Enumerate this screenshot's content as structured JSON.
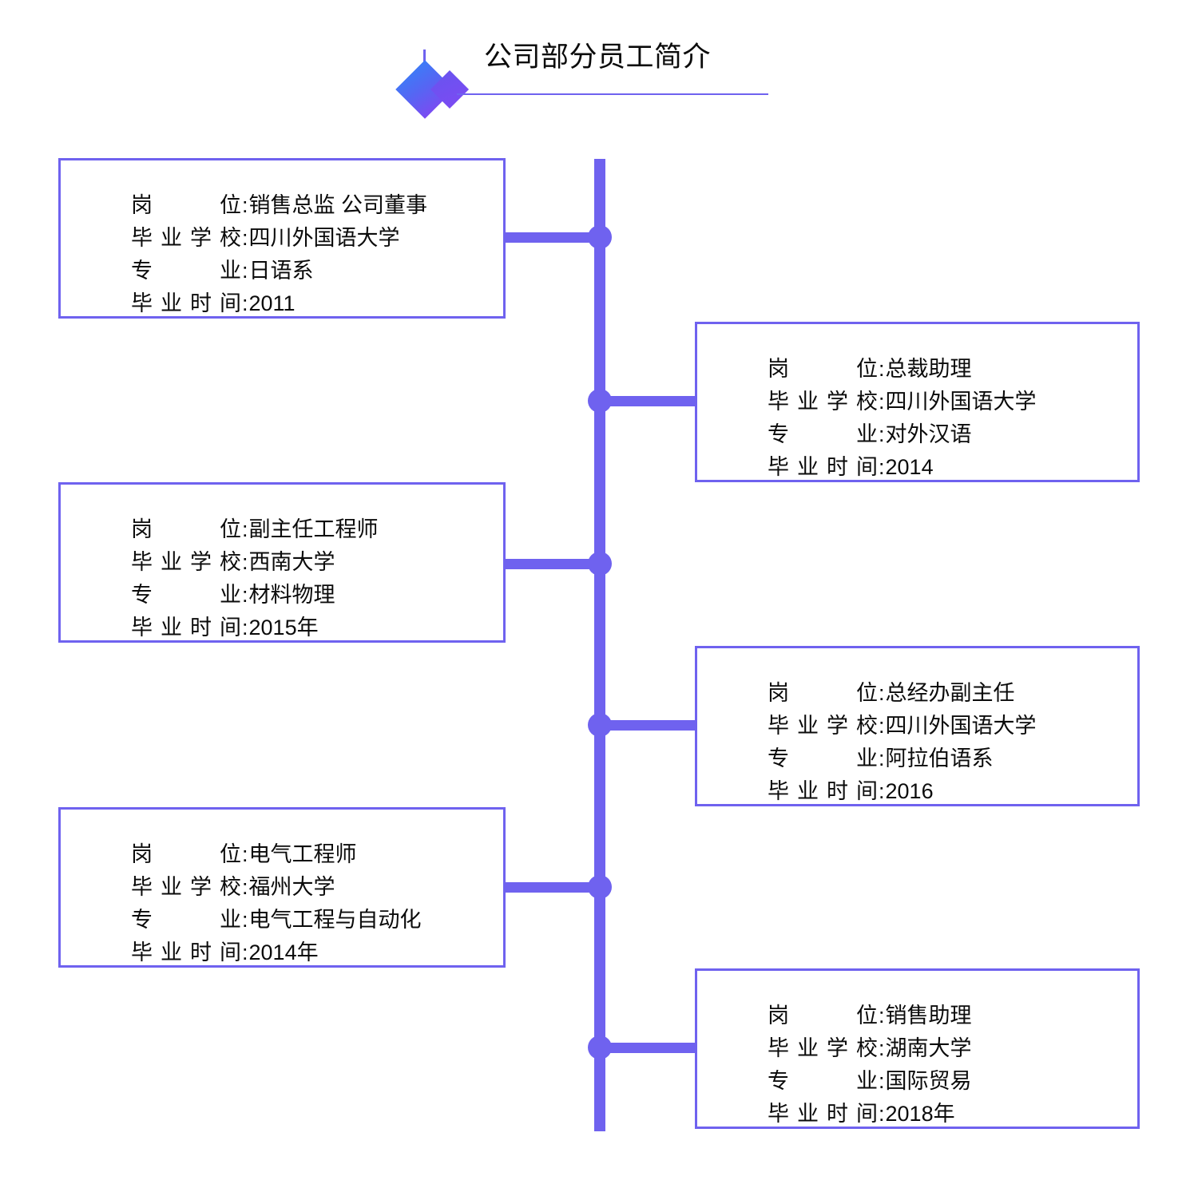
{
  "header": {
    "title": "公司部分员工简介",
    "accent_color": "#6f62ef",
    "decoration": {
      "large_diamond_gradient_from": "#3d7bf7",
      "large_diamond_gradient_to": "#7b4bf2",
      "small_diamond_color": "#7b4bf2"
    }
  },
  "field_labels": {
    "position": "岗　　位",
    "position_chars": [
      "岗",
      "位"
    ],
    "school": "毕业学校",
    "school_chars": [
      "毕",
      "业",
      "学",
      "校"
    ],
    "major": "专　　业",
    "major_chars": [
      "专",
      "业"
    ],
    "graduation": "毕业时间",
    "graduation_chars": [
      "毕",
      "业",
      "时",
      "间"
    ],
    "separator": ":"
  },
  "employees": [
    {
      "side": "left",
      "position": "销售总监 公司董事",
      "school": "四川外国语大学",
      "major": "日语系",
      "graduation": "2011"
    },
    {
      "side": "right",
      "position": "总裁助理",
      "school": "四川外国语大学",
      "major": "对外汉语",
      "graduation": "2014"
    },
    {
      "side": "left",
      "position": "副主任工程师",
      "school": "西南大学",
      "major": "材料物理",
      "graduation": "2015年"
    },
    {
      "side": "right",
      "position": "总经办副主任",
      "school": "四川外国语大学",
      "major": "阿拉伯语系",
      "graduation": "2016"
    },
    {
      "side": "left",
      "position": "电气工程师",
      "school": "福州大学",
      "major": "电气工程与自动化",
      "graduation": "2014年"
    },
    {
      "side": "right",
      "position": "销售助理",
      "school": "湖南大学",
      "major": "国际贸易",
      "graduation": "2018年"
    }
  ]
}
